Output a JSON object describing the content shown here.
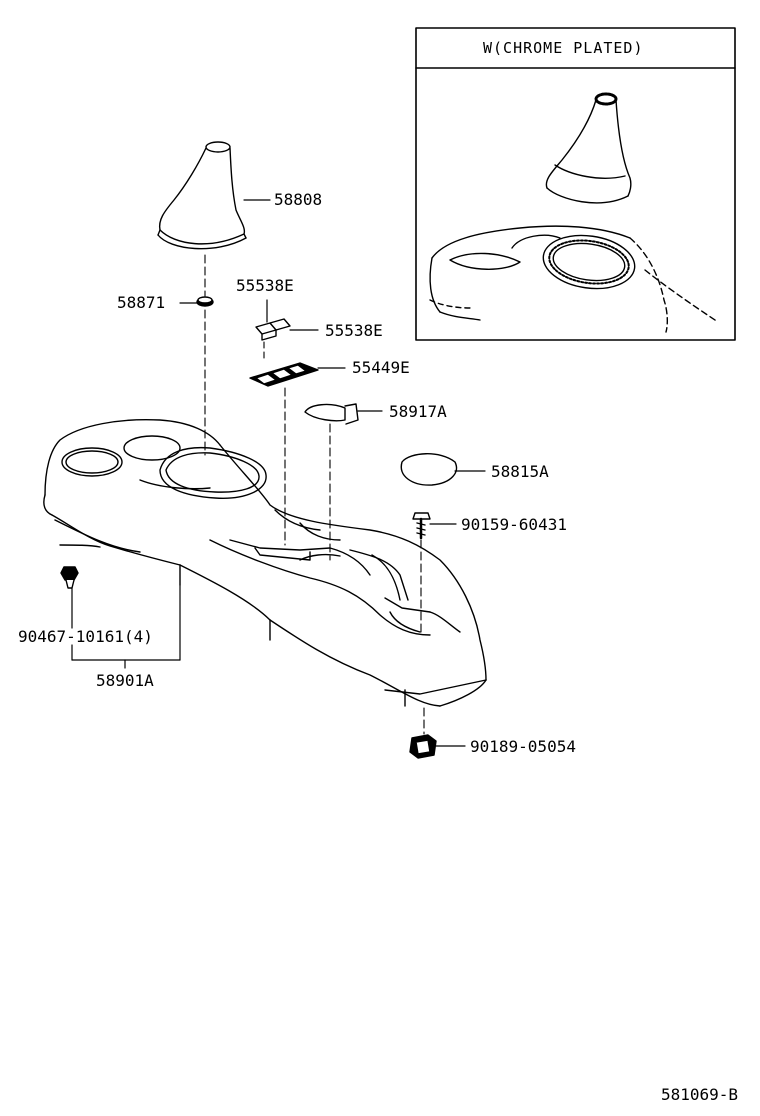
{
  "diagram": {
    "inset": {
      "title": "W(CHROME  PLATED)"
    },
    "parts": {
      "boot": "58808",
      "retainer": "58871",
      "clip_upper": "55538E",
      "clip_lower": "55538E",
      "plate": "55449E",
      "bracket": "58917A",
      "cover": "58815A",
      "screw": "90159-60431",
      "clip_left": "90467-10161(4)",
      "console": "58901A",
      "nut": "90189-05054"
    },
    "drawing_number": "581069-B"
  }
}
